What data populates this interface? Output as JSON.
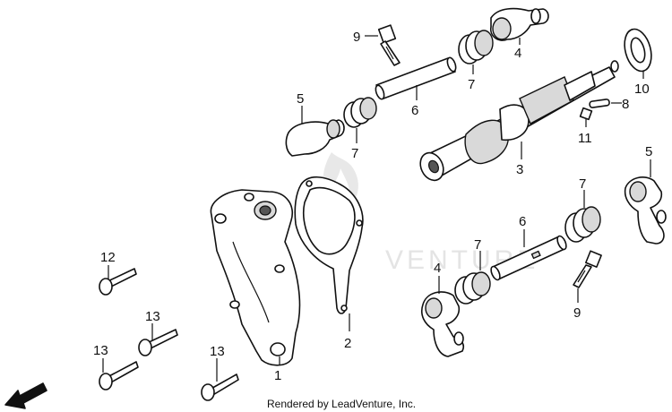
{
  "watermark": "VENTURE",
  "credit": "Rendered by LeadVenture, Inc.",
  "fwd_label": "FWD",
  "callouts": {
    "c1": "1",
    "c2": "2",
    "c3": "3",
    "c4a": "4",
    "c4b": "4",
    "c5a": "5",
    "c5b": "5",
    "c6a": "6",
    "c6b": "6",
    "c7a": "7",
    "c7b": "7",
    "c7c": "7",
    "c7d": "7",
    "c8": "8",
    "c9a": "9",
    "c9b": "9",
    "c10": "10",
    "c11": "11",
    "c12": "12",
    "c13a": "13",
    "c13b": "13",
    "c13c": "13"
  }
}
